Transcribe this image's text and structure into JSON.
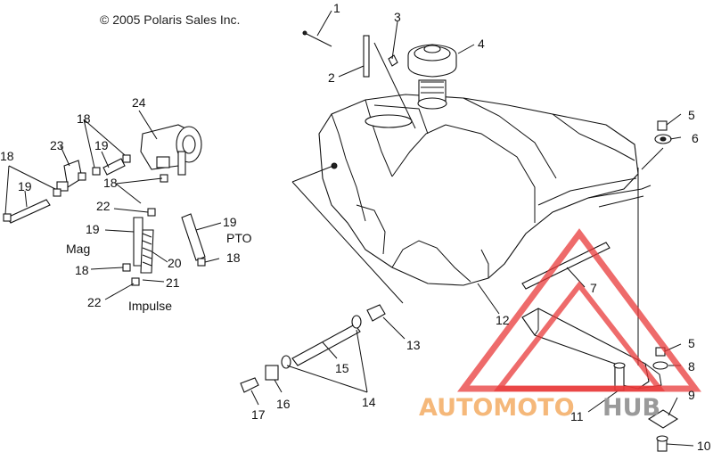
{
  "copyright": "© 2005 Polaris Sales Inc.",
  "callouts": [
    "1",
    "2",
    "3",
    "4",
    "5",
    "6",
    "7",
    "8",
    "9",
    "10",
    "11",
    "12",
    "13",
    "14",
    "15",
    "16",
    "17",
    "18",
    "19",
    "20",
    "21",
    "22",
    "23",
    "24"
  ],
  "labels": {
    "mag": "Mag",
    "pto": "PTO",
    "impulse": "Impulse"
  },
  "watermark": {
    "brand_a": "AUTOMOTO",
    "brand_b": "HUB",
    "color_a": "#f5b87a",
    "color_b": "#9a9a9a",
    "triangle_color": "#e83a3a"
  }
}
